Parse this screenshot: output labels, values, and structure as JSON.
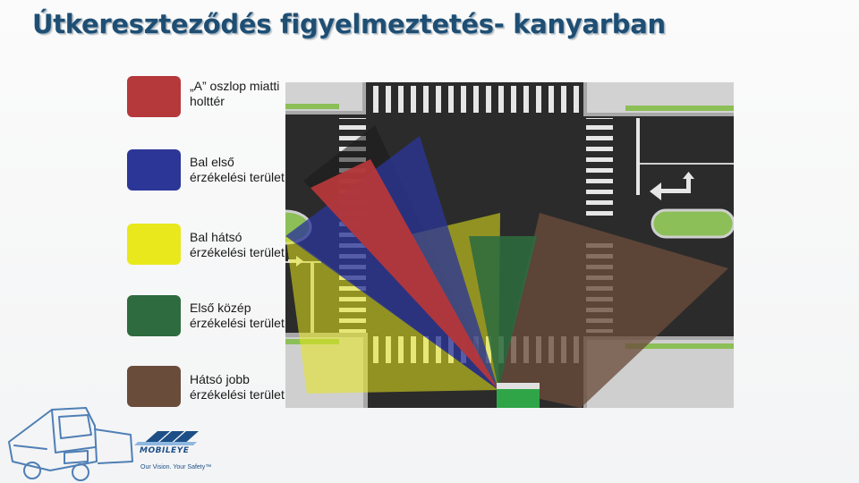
{
  "title": "Útkereszteződés figyelmeztetés- kanyarban",
  "legend": [
    {
      "label": "„A” oszlop miatti holttér",
      "color": "#b5383b"
    },
    {
      "label": "Bal első érzékelési terület",
      "color": "#2c3697"
    },
    {
      "label": "Bal hátsó érzékelési terület",
      "color": "#e8e81c"
    },
    {
      "label": "Első közép érzékelési terület",
      "color": "#2e6b3e"
    },
    {
      "label": "Hátsó jobb érzékelési terület",
      "color": "#6a4c3b"
    }
  ],
  "logo": {
    "brand": "MOBILEYE",
    "tagline": "Our Vision. Your Safety™"
  }
}
